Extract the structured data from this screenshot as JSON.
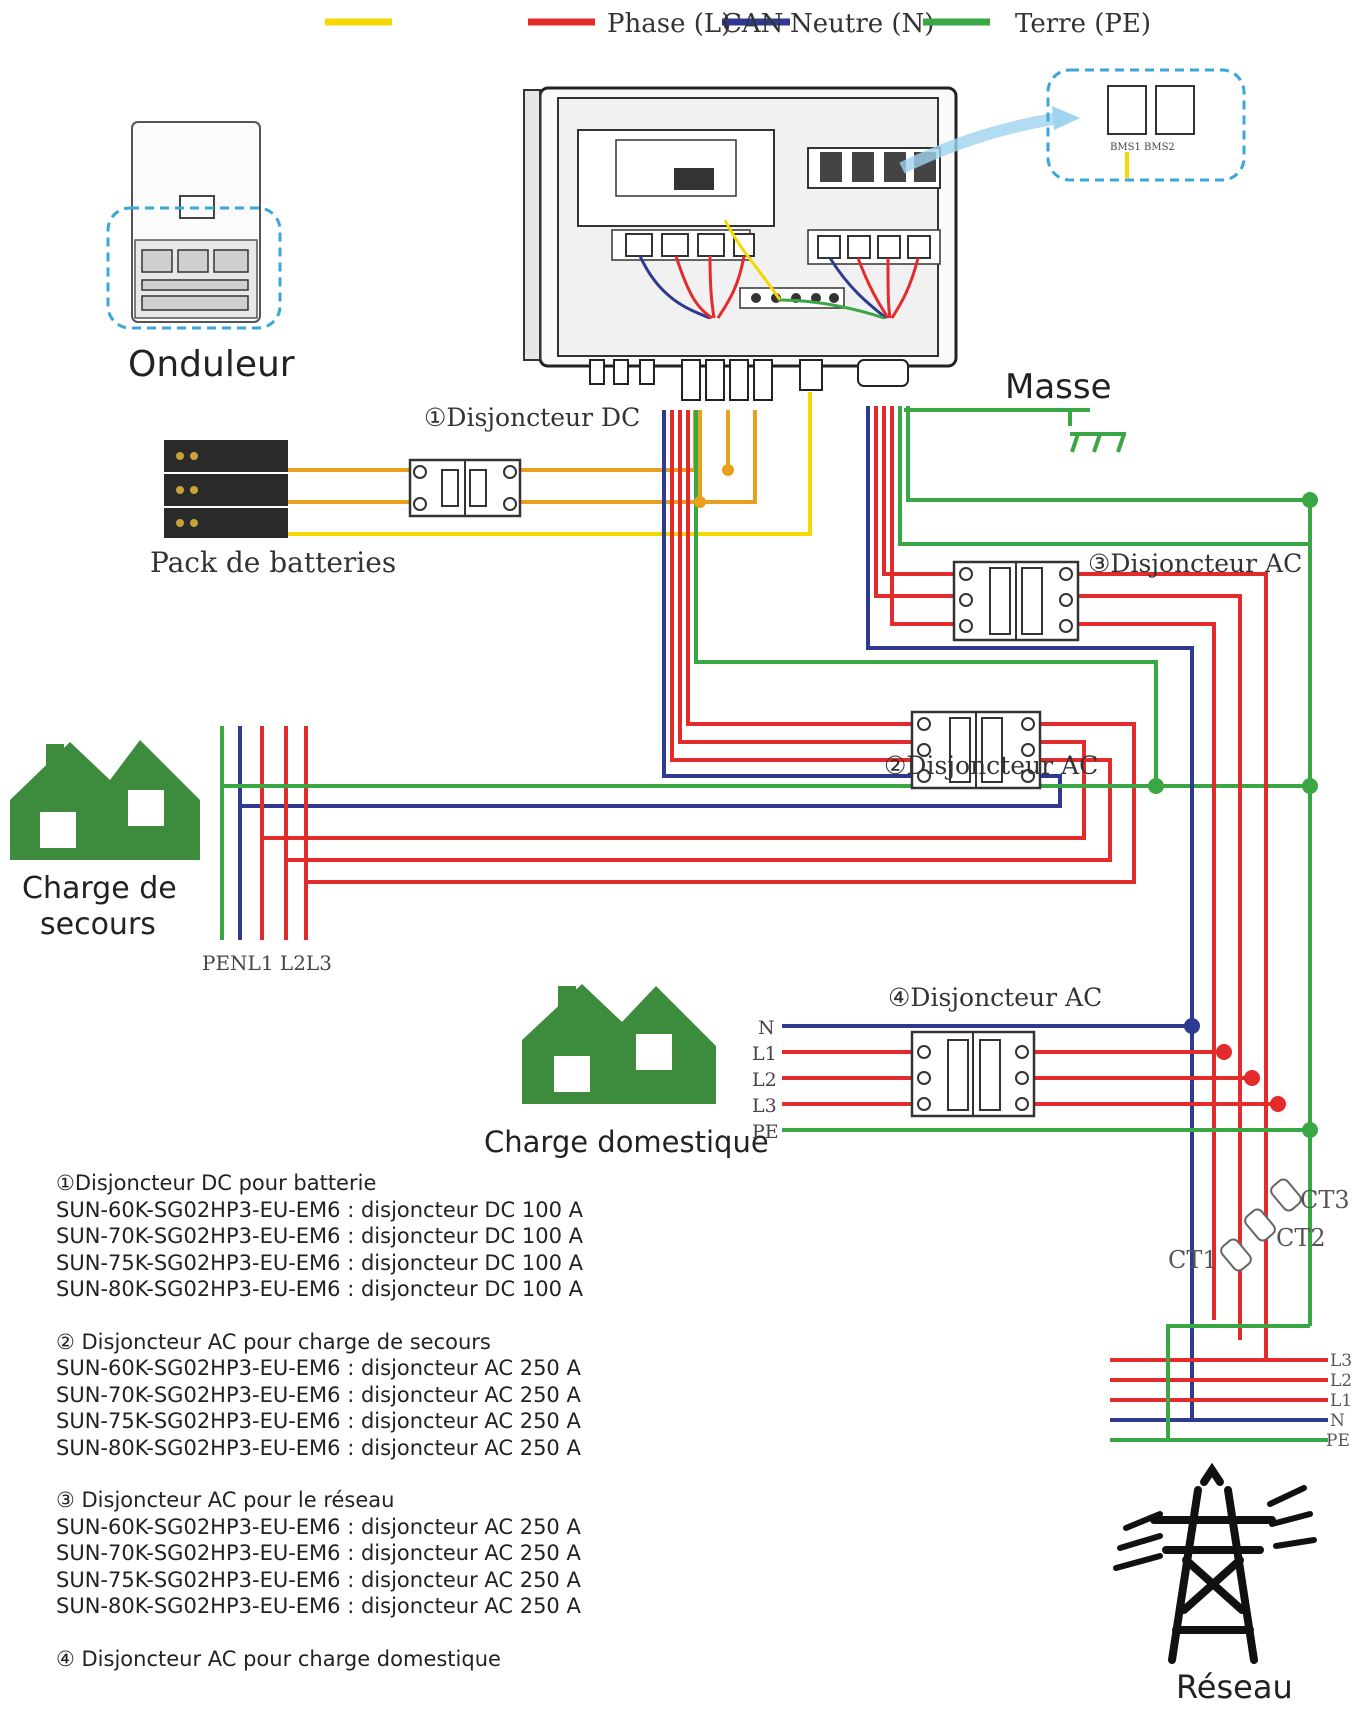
{
  "legend": {
    "items": [
      {
        "label": "",
        "color": "#f5d800"
      },
      {
        "label": "Phase (L)",
        "color": "#e32b2b"
      },
      {
        "label": "CAN",
        "color": "#2e3a8f"
      },
      {
        "label": "Neutre (N)",
        "color": "#2e3a8f"
      },
      {
        "label": "Terre (PE)",
        "color": "#3aa745"
      }
    ]
  },
  "labels": {
    "inverter": "Onduleur",
    "battery": "Pack de batteries",
    "ground": "Masse",
    "bms": "BMS1 BMS2",
    "backup_load": "Charge de secours",
    "backup_load_line1": "Charge de",
    "backup_load_line2": "secours",
    "backup_terminals": "PENL1 L2L3",
    "home_load": "Charge domestique",
    "grid": "Réseau"
  },
  "breakers": {
    "b1": "①Disjoncteur DC",
    "b2": "②Disjoncteur AC",
    "b3": "③Disjoncteur AC",
    "b4": "④Disjoncteur AC"
  },
  "home_terminals": [
    "N",
    "L1",
    "L2",
    "L3",
    "PE"
  ],
  "grid_terminals": [
    "L3",
    "L2",
    "L1",
    "N",
    "PE"
  ],
  "ct_labels": [
    "CT1",
    "CT2",
    "CT3"
  ],
  "notes": [
    {
      "title": "①Disjoncteur DC pour batterie",
      "lines": [
        "SUN-60K-SG02HP3-EU-EM6 : disjoncteur DC 100 A",
        "SUN-70K-SG02HP3-EU-EM6 : disjoncteur DC 100 A",
        "SUN-75K-SG02HP3-EU-EM6 : disjoncteur DC 100 A",
        "SUN-80K-SG02HP3-EU-EM6 : disjoncteur DC 100 A"
      ]
    },
    {
      "title": "② Disjoncteur AC pour charge de secours",
      "lines": [
        "SUN-60K-SG02HP3-EU-EM6 : disjoncteur AC 250 A",
        "SUN-70K-SG02HP3-EU-EM6 : disjoncteur AC 250 A",
        "SUN-75K-SG02HP3-EU-EM6 : disjoncteur AC 250 A",
        "SUN-80K-SG02HP3-EU-EM6 : disjoncteur AC 250 A"
      ]
    },
    {
      "title": "③ Disjoncteur AC pour le réseau",
      "lines": [
        "SUN-60K-SG02HP3-EU-EM6 : disjoncteur AC 250 A",
        "SUN-70K-SG02HP3-EU-EM6 : disjoncteur AC 250 A",
        "SUN-75K-SG02HP3-EU-EM6 : disjoncteur AC 250 A",
        "SUN-80K-SG02HP3-EU-EM6 : disjoncteur AC 250 A"
      ]
    },
    {
      "title": "④ Disjoncteur AC pour charge domestique",
      "lines": []
    }
  ]
}
